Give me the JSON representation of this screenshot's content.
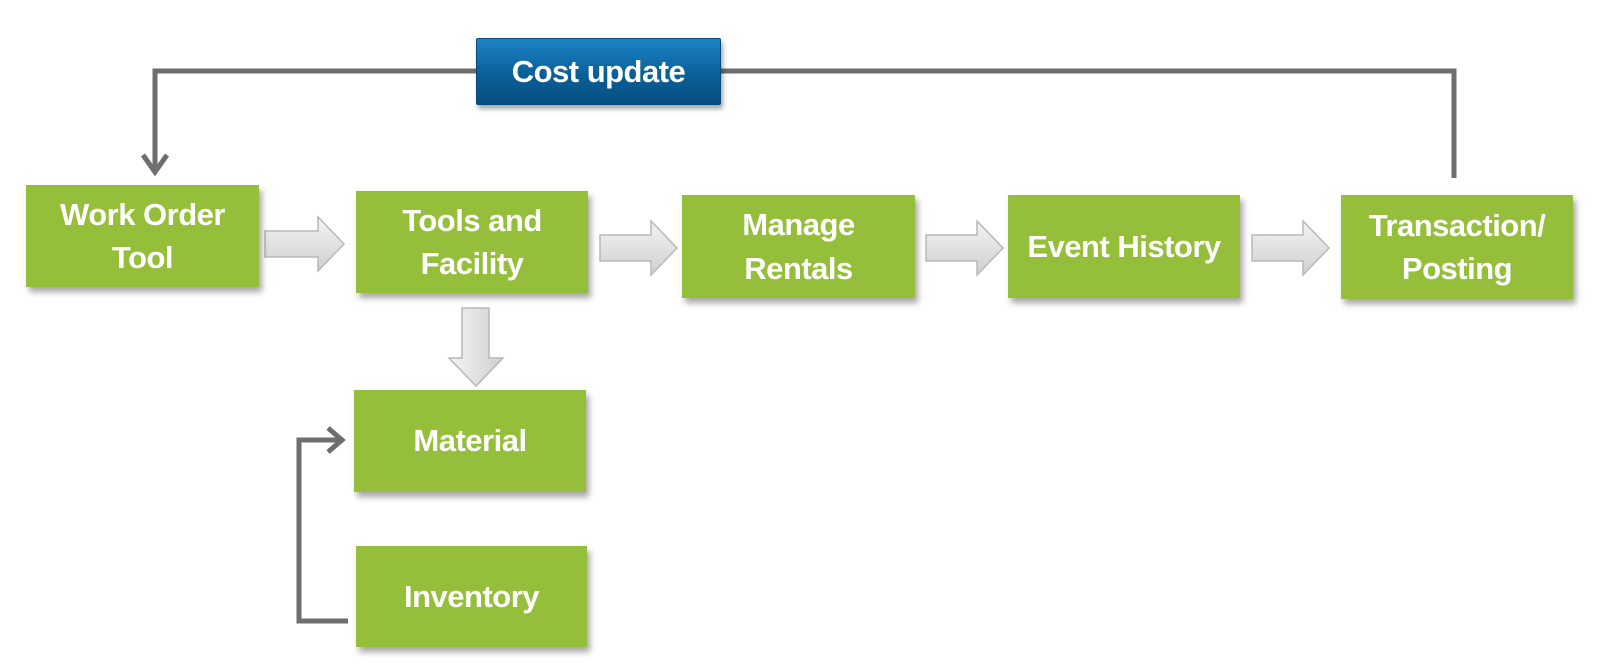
{
  "diagram": {
    "cost_update": "Cost update",
    "nodes": {
      "work_order_tool": "Work Order\nTool",
      "tools_and_facility": "Tools and\nFacility",
      "manage_rentals": "Manage\nRentals",
      "event_history": "Event History",
      "transaction_posting": "Transaction/\nPosting",
      "material": "Material",
      "inventory": "Inventory"
    },
    "colors": {
      "node_fill": "#95bf3b",
      "cost_update_fill": "#0b5f97",
      "connector": "#6e6e6e",
      "block_arrow_fill": "#e4e4e4"
    }
  }
}
